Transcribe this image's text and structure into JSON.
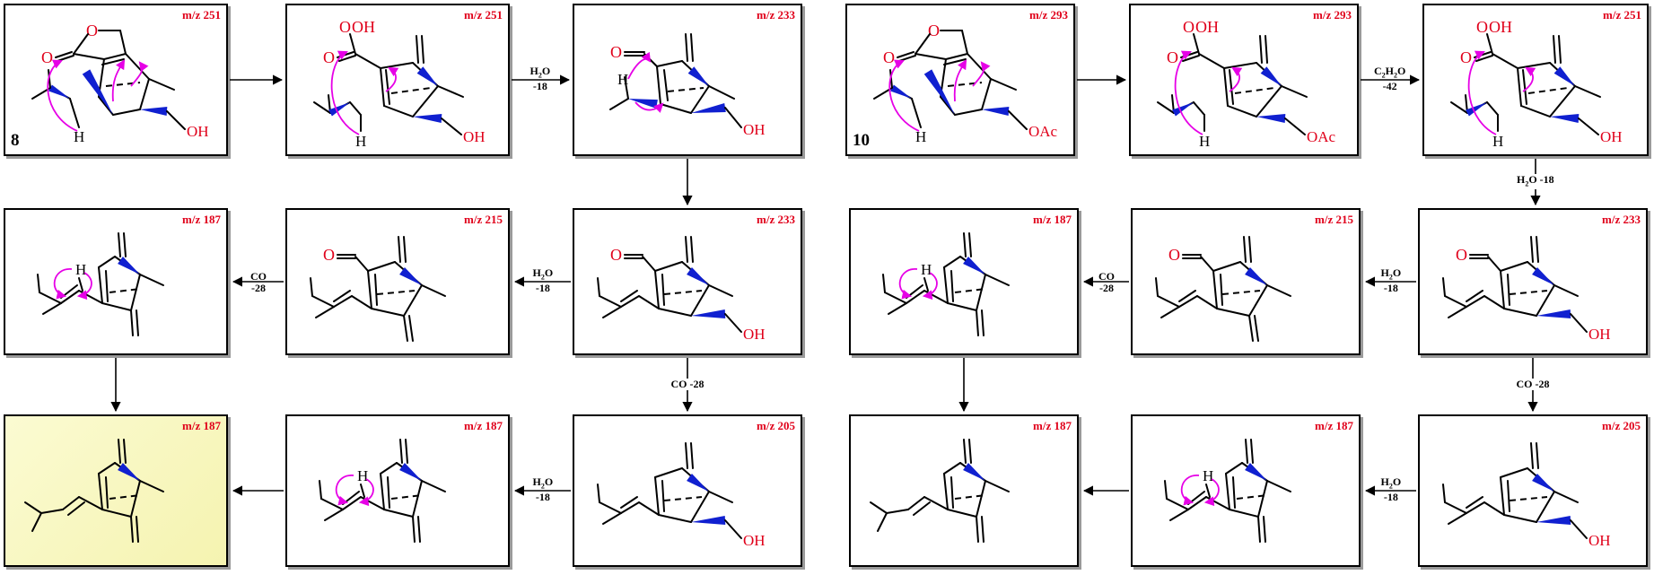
{
  "colors": {
    "mz_label": "#e0001a",
    "arrow": "#000000",
    "curved_arrow": "#e600e6",
    "oxygen": "#e0001a",
    "wedge": "#1020d0",
    "highlight": "#f6f4b4"
  },
  "panels": [
    {
      "id": "p1",
      "mz": "m/z 251",
      "compound": "8",
      "mol": "lactone",
      "sub": "OH",
      "mol_label": "H"
    },
    {
      "id": "p2",
      "mz": "m/z 251",
      "compound": "",
      "mol": "acid",
      "sub": "OH",
      "mol_label": "H",
      "acid_label": "OH"
    },
    {
      "id": "p3",
      "mz": "m/z 233",
      "compound": "",
      "mol": "aldehyde_h",
      "sub": "OH",
      "mol_label": "H"
    },
    {
      "id": "p4",
      "mz": "m/z 293",
      "compound": "10",
      "mol": "lactone",
      "sub": "OAc",
      "mol_label": "H"
    },
    {
      "id": "p5",
      "mz": "m/z 293",
      "compound": "",
      "mol": "acid",
      "sub": "OAc",
      "mol_label": "H",
      "acid_label": "OH"
    },
    {
      "id": "p6",
      "mz": "m/z 251",
      "compound": "",
      "mol": "acid",
      "sub": "OH",
      "mol_label": "H",
      "acid_label": "OH"
    },
    {
      "id": "p7",
      "mz": "m/z 187",
      "compound": "",
      "mol": "diene_h",
      "mol_label": "H"
    },
    {
      "id": "p8",
      "mz": "m/z 215",
      "compound": "",
      "mol": "triene_cho"
    },
    {
      "id": "p9",
      "mz": "m/z 233",
      "compound": "",
      "mol": "iso_cho",
      "sub": "OH"
    },
    {
      "id": "p10",
      "mz": "m/z 187",
      "compound": "",
      "mol": "diene_h",
      "mol_label": "H"
    },
    {
      "id": "p11",
      "mz": "m/z 215",
      "compound": "",
      "mol": "triene_cho"
    },
    {
      "id": "p12",
      "mz": "m/z 233",
      "compound": "",
      "mol": "iso_cho",
      "sub": "OH"
    },
    {
      "id": "p13",
      "mz": "m/z 187",
      "compound": "",
      "mol": "final"
    },
    {
      "id": "p14",
      "mz": "m/z 187",
      "compound": "",
      "mol": "diene_h",
      "mol_label": "H"
    },
    {
      "id": "p15",
      "mz": "m/z 205",
      "compound": "",
      "mol": "iso_noCHO",
      "sub": "OH"
    },
    {
      "id": "p16",
      "mz": "m/z 187",
      "compound": "",
      "mol": "final"
    },
    {
      "id": "p17",
      "mz": "m/z 187",
      "compound": "",
      "mol": "diene_h",
      "mol_label": "H"
    },
    {
      "id": "p18",
      "mz": "m/z 205",
      "compound": "",
      "mol": "iso_noCHO",
      "sub": "OH"
    }
  ],
  "arrows": [
    {
      "from": "p1",
      "to": "p2",
      "label1": "",
      "label2": ""
    },
    {
      "from": "p2",
      "to": "p3",
      "label1": "H",
      "label1_sub": "2",
      "label1_tail": "O",
      "label2": "-18"
    },
    {
      "from": "p4",
      "to": "p5",
      "label1": "",
      "label2": ""
    },
    {
      "from": "p5",
      "to": "p6",
      "label1": "C",
      "label1_sub": "2",
      "label1_tail": "H",
      "label1_sub2": "2",
      "label1_tail2": "O",
      "label2": "-42"
    },
    {
      "from": "p3",
      "to": "p9",
      "label1": "",
      "label2": ""
    },
    {
      "from": "p6",
      "to": "p12",
      "label1": "H",
      "label1_sub": "2",
      "label1_tail": "O -18",
      "label2": ""
    },
    {
      "from": "p9",
      "to": "p8",
      "label1": "H",
      "label1_sub": "2",
      "label1_tail": "O",
      "label2": "-18"
    },
    {
      "from": "p8",
      "to": "p7",
      "label1": "CO",
      "label2": "-28"
    },
    {
      "from": "p12",
      "to": "p11",
      "label1": "H",
      "label1_sub": "2",
      "label1_tail": "O",
      "label2": "-18"
    },
    {
      "from": "p11",
      "to": "p10",
      "label1": "CO",
      "label2": "-28"
    },
    {
      "from": "p7",
      "to": "p13",
      "label1": "",
      "label2": ""
    },
    {
      "from": "p9",
      "to": "p15",
      "label1": "CO -28",
      "label2": ""
    },
    {
      "from": "p10",
      "to": "p16",
      "label1": "",
      "label2": ""
    },
    {
      "from": "p12",
      "to": "p18",
      "label1": "CO -28",
      "label2": ""
    },
    {
      "from": "p15",
      "to": "p14",
      "label1": "H",
      "label1_sub": "2",
      "label1_tail": "O",
      "label2": "-18"
    },
    {
      "from": "p14",
      "to": "p13",
      "label1": "",
      "label2": ""
    },
    {
      "from": "p18",
      "to": "p17",
      "label1": "H",
      "label1_sub": "2",
      "label1_tail": "O",
      "label2": "-18"
    },
    {
      "from": "p17",
      "to": "p16",
      "label1": "",
      "label2": ""
    }
  ]
}
